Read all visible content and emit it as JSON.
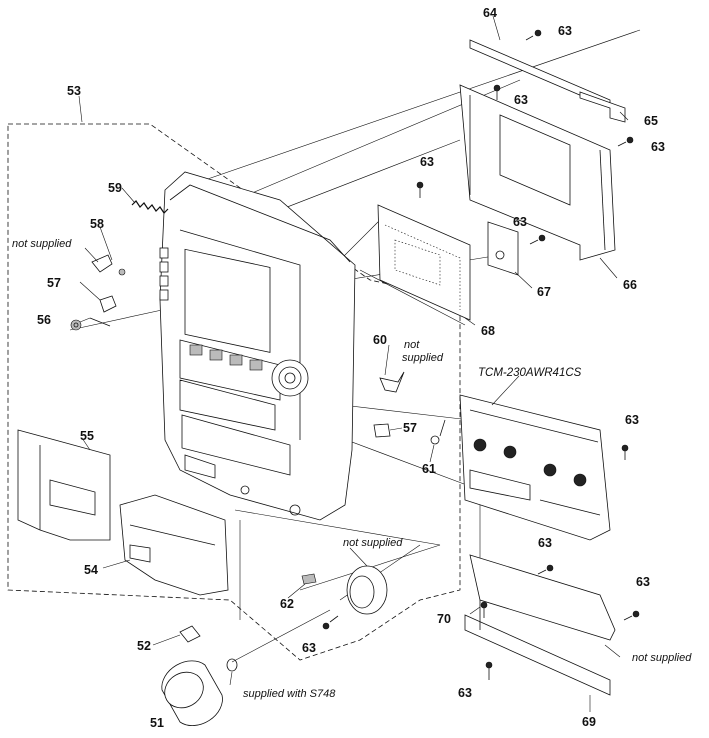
{
  "labels": {
    "p51": "51",
    "p52": "52",
    "p53": "53",
    "p54": "54",
    "p55": "55",
    "p56": "56",
    "p57a": "57",
    "p57b": "57",
    "p58": "58",
    "p59": "59",
    "p60": "60",
    "p61": "61",
    "p62": "62",
    "p63a": "63",
    "p63b": "63",
    "p63c": "63",
    "p63d": "63",
    "p63e": "63",
    "p63f": "63",
    "p63g": "63",
    "p63h": "63",
    "p63i": "63",
    "p63j": "63",
    "p64": "64",
    "p65": "65",
    "p66": "66",
    "p67": "67",
    "p68": "68",
    "p69": "69",
    "p70": "70"
  },
  "notes": {
    "not_supplied_58": "not supplied",
    "not_supplied_60_l1": "not",
    "not_supplied_60_l2": "supplied",
    "not_supplied_knob": "not supplied",
    "not_supplied_bracket": "not supplied",
    "supplied_with": "supplied with S748"
  },
  "model": "TCM-230AWR41CS"
}
